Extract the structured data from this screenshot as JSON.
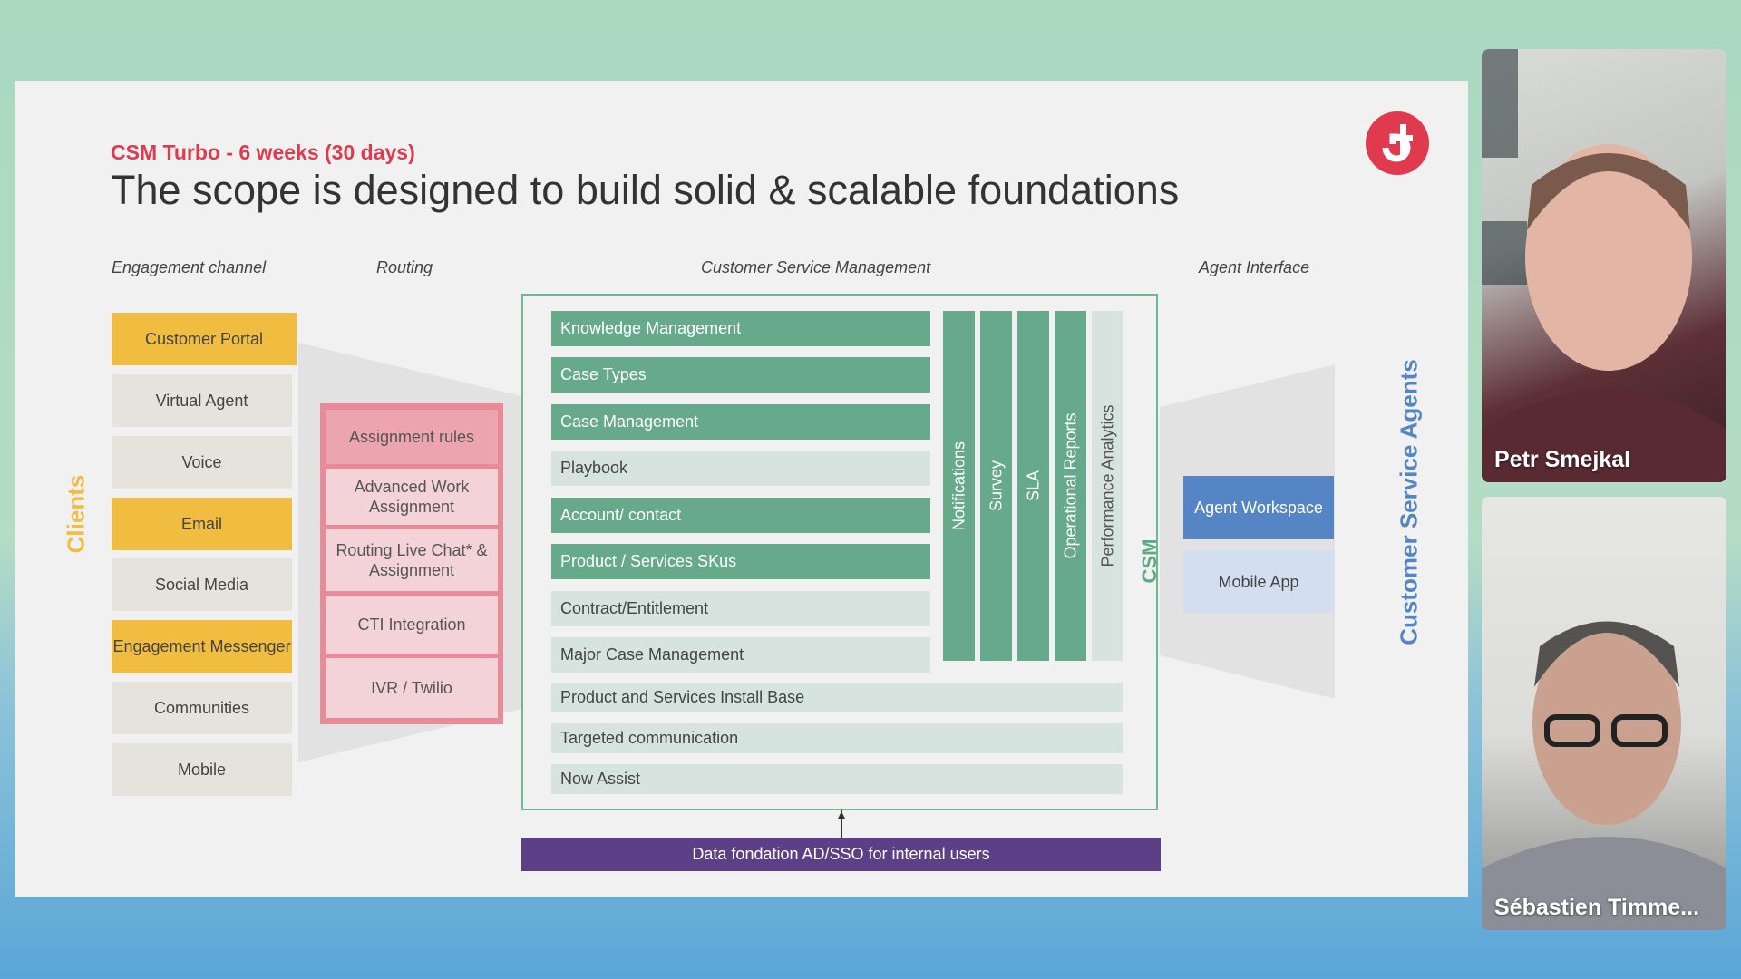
{
  "slide": {
    "subtitle": "CSM Turbo - 6 weeks (30 days)",
    "title": "The scope is designed to build solid & scalable foundations",
    "logo_icon": "company-logo-icon",
    "headers": {
      "engagement": "Engagement channel",
      "routing": "Routing",
      "csm": "Customer Service Management",
      "agent": "Agent Interface"
    },
    "clients_label": "Clients",
    "engagement_channels": [
      {
        "label": "Customer Portal"
      },
      {
        "label": "Virtual Agent"
      },
      {
        "label": "Voice"
      },
      {
        "label": "Email"
      },
      {
        "label": "Social Media"
      },
      {
        "label": "Engagement Messenger"
      },
      {
        "label": "Communities"
      },
      {
        "label": "Mobile"
      }
    ],
    "routing": [
      {
        "label": "Assignment rules"
      },
      {
        "label": "Advanced Work Assignment"
      },
      {
        "label": "Routing Live Chat* & Assignment"
      },
      {
        "label": "CTI Integration"
      },
      {
        "label": "IVR / Twilio"
      }
    ],
    "csm_rows": [
      {
        "label": "Knowledge Management"
      },
      {
        "label": "Case Types"
      },
      {
        "label": "Case Management"
      },
      {
        "label": "Playbook"
      },
      {
        "label": "Account/ contact"
      },
      {
        "label": "Product / Services SKus"
      },
      {
        "label": "Contract/Entitlement"
      },
      {
        "label": "Major Case Management"
      },
      {
        "label": "Product and Services Install Base"
      },
      {
        "label": "Targeted communication"
      },
      {
        "label": "Now Assist"
      }
    ],
    "csm_columns": [
      {
        "label": "Notifications"
      },
      {
        "label": "Survey"
      },
      {
        "label": "SLA"
      },
      {
        "label": "Operational Reports"
      },
      {
        "label": "Performance Analytics"
      }
    ],
    "csm_label": "CSM",
    "data_foundation": "Data fondation AD/SSO for internal users",
    "agent_interface": {
      "workspace": "Agent Workspace",
      "mobile_app": "Mobile App"
    },
    "customer_service_agents": "Customer Service Agents",
    "colors": {
      "accent_red": "#e03a4e",
      "yellow": "#f0bd41",
      "green": "#66a98b",
      "purple": "#5c3f86",
      "blue": "#5585c4"
    }
  },
  "participants": [
    {
      "name": "Petr Smejkal"
    },
    {
      "name": "Sébastien Timme..."
    }
  ]
}
